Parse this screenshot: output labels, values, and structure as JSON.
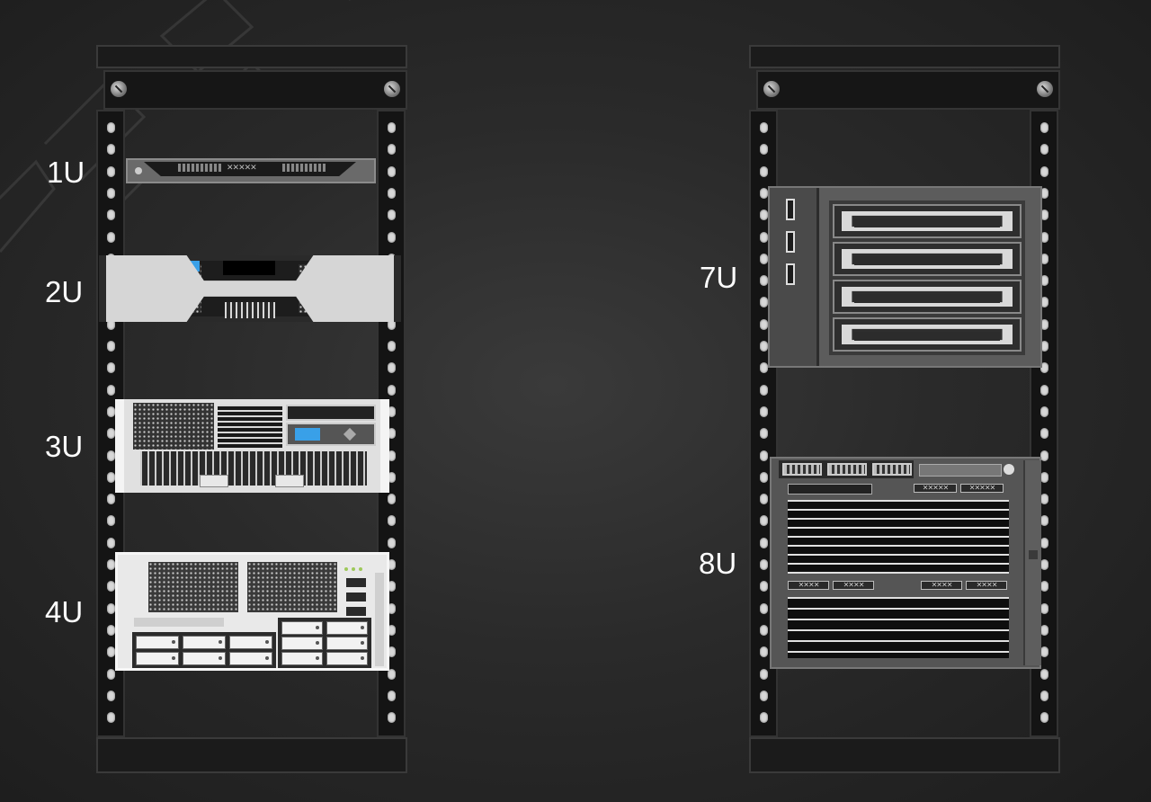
{
  "labels": {
    "u1": "1U",
    "u2": "2U",
    "u3": "3U",
    "u4": "4U",
    "u7": "7U",
    "u8": "8U"
  },
  "colors": {
    "background": "#262626",
    "rack": "#161616",
    "label": "#ffffff",
    "lcd_accent": "#39a0e8",
    "server_light": "#e0e0e0",
    "server_dark": "#5c5c5c"
  },
  "icons": [
    "rack-screw-icon",
    "mounting-hole-icon",
    "server-1u-icon",
    "server-2u-icon",
    "server-3u-icon",
    "server-4u-icon",
    "server-7u-icon",
    "server-8u-icon"
  ]
}
